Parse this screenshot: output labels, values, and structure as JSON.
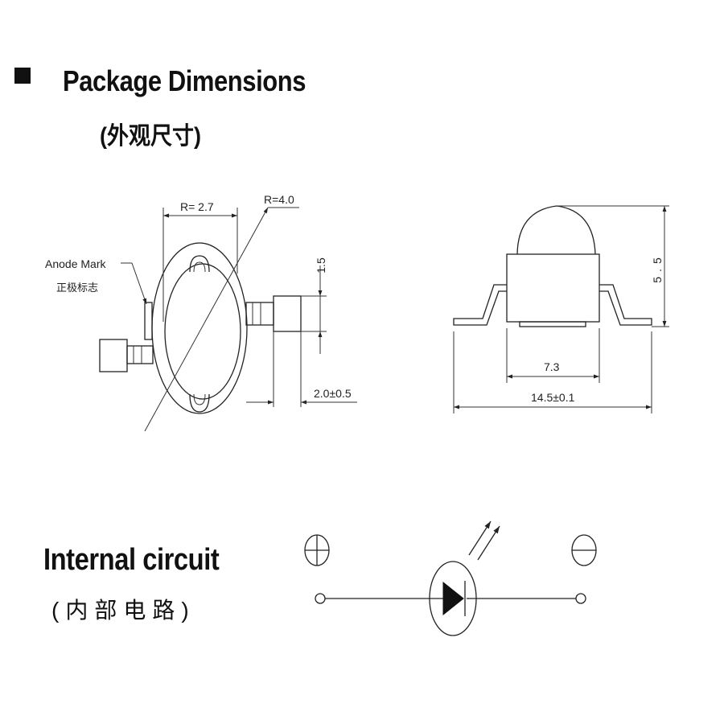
{
  "package": {
    "title": "Package Dimensions",
    "subtitle": "(外观尺寸)"
  },
  "top_view": {
    "radius_inner": "R= 2.7",
    "radius_outer": "R=4.0",
    "anode_label_en": "Anode Mark",
    "anode_label_cn": "正极标志",
    "lead_height": "1.5",
    "lead_length": "2.0±0.5"
  },
  "side_view": {
    "height": "5.5",
    "body_width": "7.3",
    "total_width": "14.5±0.1"
  },
  "circuit": {
    "title": "Internal circuit",
    "subtitle": "(内部电路)"
  }
}
